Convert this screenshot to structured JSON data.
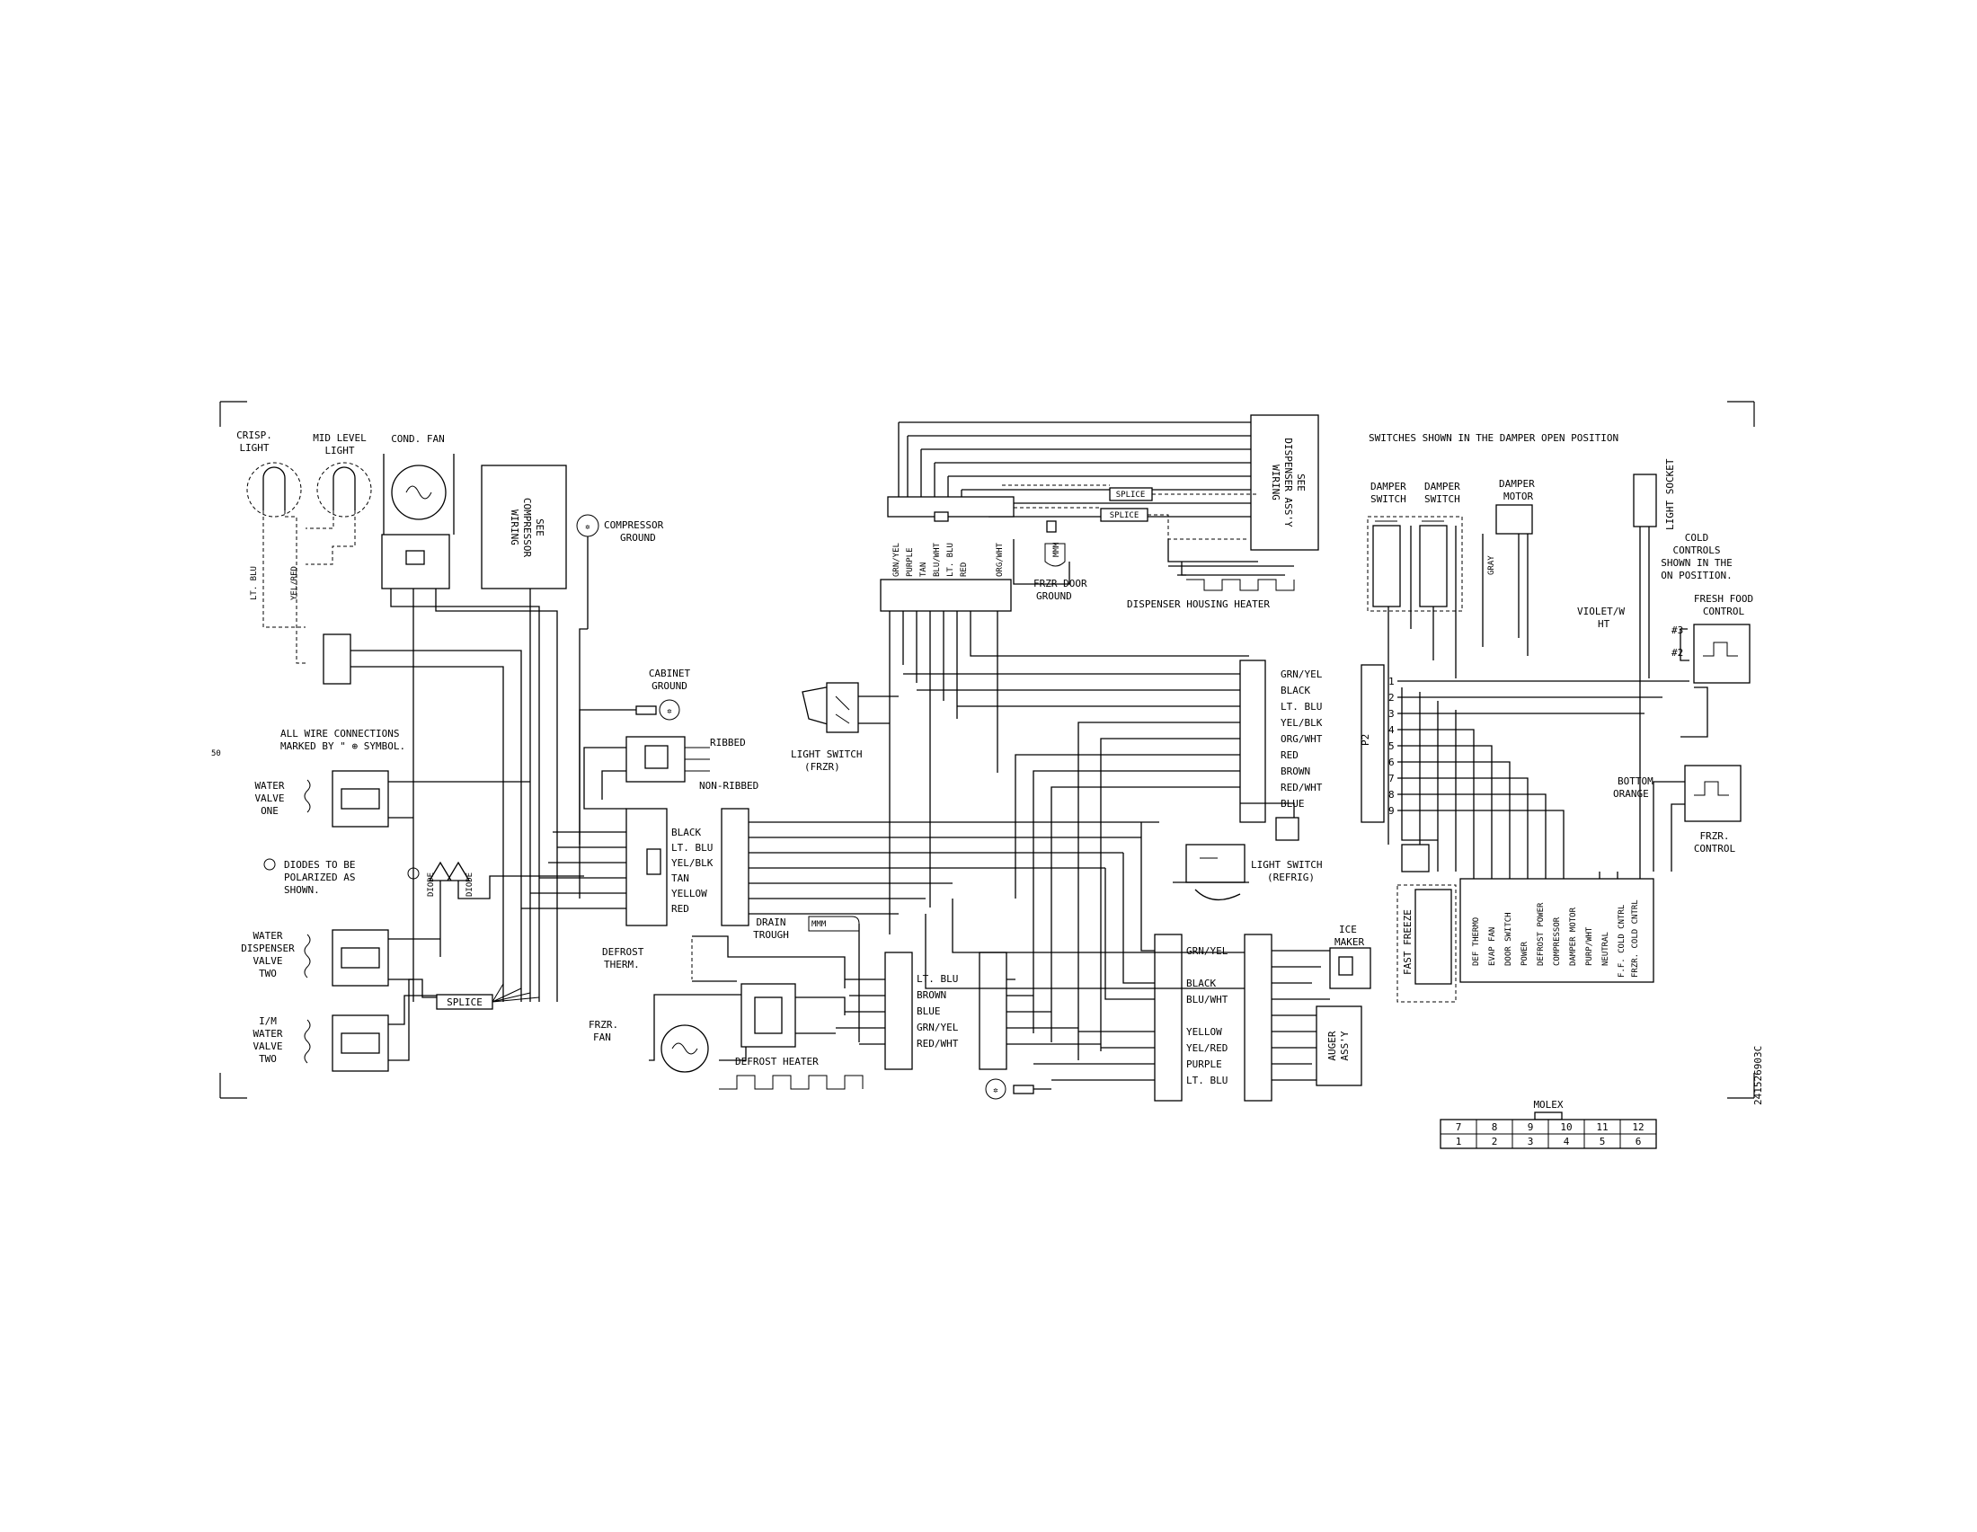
{
  "labels": {
    "crisp_light": [
      "CRISP.",
      "LIGHT"
    ],
    "mid_level_light": [
      "MID LEVEL",
      "LIGHT"
    ],
    "cond_fan": "COND. FAN",
    "see_compressor_wiring": [
      "SEE",
      "COMPRESSOR",
      "WIRING"
    ],
    "compressor_ground": [
      "COMPRESSOR",
      "GROUND"
    ],
    "lt_blu_wire": "LT. BLU",
    "yel_red_wire": "YEL/RED",
    "all_wire_connections": [
      "ALL WIRE CONNECTIONS",
      "MARKED BY \" ⊕ SYMBOL."
    ],
    "page_edge_mark": "50",
    "water_valve_one": [
      "WATER",
      "VALVE",
      "ONE"
    ],
    "diodes_note": [
      "DIODES TO BE",
      "POLARIZED AS",
      "SHOWN."
    ],
    "diode": "DIODE",
    "water_dispenser_valve_two": [
      "WATER",
      "DISPENSER",
      "VALVE",
      "TWO"
    ],
    "im_water_valve_two": [
      "I/M",
      "WATER",
      "VALVE",
      "TWO"
    ],
    "splice": "SPLICE",
    "cabinet_ground": [
      "CABINET",
      "GROUND"
    ],
    "ribbed": "RIBBED",
    "non_ribbed": "NON-RIBBED",
    "left_connector_wires": [
      "BLACK",
      "LT. BLU",
      "YEL/BLK",
      "TAN",
      "YELLOW",
      "RED"
    ],
    "drain_trough": [
      "DRAIN",
      "TROUGH"
    ],
    "defrost_therm": [
      "DEFROST",
      "THERM."
    ],
    "frzr_fan": [
      "FRZR.",
      "FAN"
    ],
    "defrost_heater": "DEFROST HEATER",
    "fan_connector_wires": [
      "LT. BLU",
      "BROWN",
      "BLUE",
      "GRN/YEL",
      "RED/WHT"
    ],
    "light_switch_frzr": [
      "LIGHT SWITCH",
      "(FRZR)"
    ],
    "top_connector_wires": [
      "GRN/YEL",
      "PURPLE",
      "TAN",
      "BLU/WHT",
      "LT. BLU",
      "RED",
      "",
      "ORG/WHT"
    ],
    "frzr_door_ground": [
      "FRZR DOOR",
      "GROUND"
    ],
    "dispenser_housing_heater": "DISPENSER HOUSING HEATER",
    "see_dispenser_wiring": [
      "SEE",
      "DISPENSER ASS'Y",
      "WIRING"
    ],
    "right_connector_wires": [
      "GRN/YEL",
      "BLACK",
      "LT. BLU",
      "YEL/BLK",
      "ORG/WHT",
      "RED",
      "BROWN",
      "RED/WHT",
      "BLUE"
    ],
    "light_switch_refrig": [
      "LIGHT SWITCH",
      "(REFRIG)"
    ],
    "lower_connector_wires": [
      "GRN/YEL",
      "",
      "BLACK",
      "BLU/WHT",
      "",
      "YELLOW",
      "YEL/RED",
      "PURPLE",
      "LT. BLU"
    ],
    "ice_maker": [
      "ICE",
      "MAKER"
    ],
    "auger_assy": [
      "AUGER",
      "ASS'Y"
    ],
    "switches_note": "SWITCHES SHOWN IN THE DAMPER OPEN POSITION",
    "damper_switch": [
      "DAMPER",
      "SWITCH"
    ],
    "damper_motor": [
      "DAMPER",
      "MOTOR"
    ],
    "gray": "GRAY",
    "light_socket": "LIGHT SOCKET",
    "cold_controls_note": [
      "COLD",
      "CONTROLS",
      "SHOWN IN THE",
      "ON POSITION."
    ],
    "violet_w_ht": [
      "VIOLET/W",
      "HT"
    ],
    "fresh_food_control": [
      "FRESH FOOD",
      "CONTROL"
    ],
    "terminal_3": "#3",
    "terminal_2": "#2",
    "p2": "P2",
    "p2_pins": [
      "1",
      "2",
      "3",
      "4",
      "5",
      "6",
      "7",
      "8",
      "9"
    ],
    "bottom_orange": [
      "BOTTOM",
      "ORANGE"
    ],
    "frzr_control": [
      "FRZR.",
      "CONTROL"
    ],
    "fast_freeze": "FAST FREEZE",
    "control_board_terms": [
      "DEF THERMO",
      "EVAP FAN",
      "DOOR SWITCH",
      "POWER",
      "DEFROST POWER",
      "COMPRESSOR",
      "DAMPER MOTOR",
      "PURP/WHT",
      "NEUTRAL",
      "F.F. COLD CNTRL",
      "FRZR. COLD CNTRL"
    ],
    "molex": "MOLEX",
    "molex_top_row": [
      "7",
      "8",
      "9",
      "10",
      "11",
      "12"
    ],
    "molex_bottom_row": [
      "1",
      "2",
      "3",
      "4",
      "5",
      "6"
    ],
    "part_number": "241526903C"
  }
}
